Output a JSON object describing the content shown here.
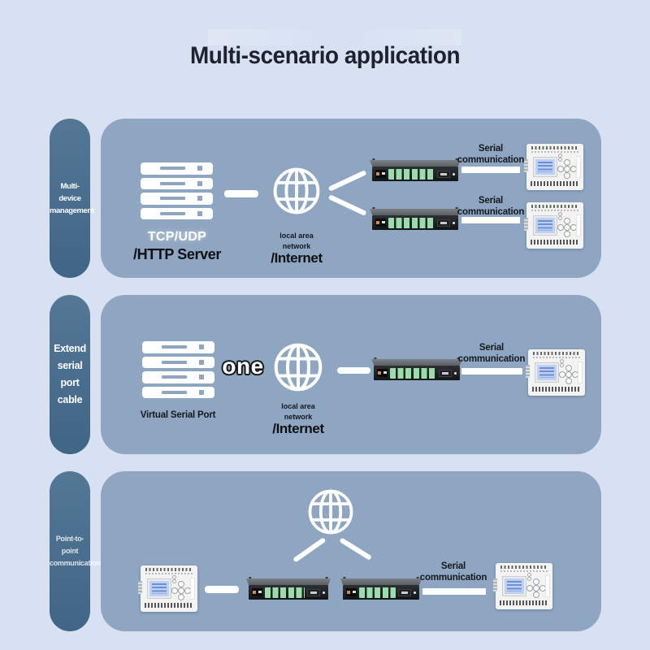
{
  "page": {
    "title": "Multi-scenario application"
  },
  "colors": {
    "page_background": "#d7e1f2",
    "panel_background": "#8ea6c1",
    "tab_background": "#4b7190",
    "title_text": "#1d222e",
    "dark_text": "#15181d",
    "white": "#ffffff",
    "terminal_green": "#9bdcab",
    "lcd_blue": "#bdd1f3"
  },
  "icons": {
    "server-icon": "white stacked server (4 slats with line and dot cutouts)",
    "globe-internet-icon": "white wireframe globe",
    "serial-server-device": "black 1U serial device server with 8 green terminal blocks",
    "plc-controller-device": "white PLC controller with blue LCD and round button pad",
    "link-dash": "white connector dash",
    "branch-line": "white diagonal branch line",
    "serial-link-bar": "white horizontal serial link bar"
  },
  "panels": [
    {
      "tab_lines": [
        "Multi-device",
        "management"
      ],
      "server_label_primary": "TCP/UDP",
      "server_label_secondary": "/HTTP Server",
      "network_label_lines": [
        "local area",
        "network"
      ],
      "network_label_main": "/Internet",
      "links": [
        {
          "label_lines": [
            "Serial",
            "communication"
          ]
        },
        {
          "label_lines": [
            "Serial",
            "communication"
          ]
        }
      ]
    },
    {
      "tab_lines": [
        "Extend",
        "serial",
        "port",
        "cable"
      ],
      "server_caption": "Virtual Serial Port",
      "overlay_text": "one",
      "network_label_lines": [
        "local area",
        "network"
      ],
      "network_label_main": "/Internet",
      "links": [
        {
          "label_lines": [
            "Serial",
            "communication"
          ]
        }
      ]
    },
    {
      "tab_lines": [
        "Point-to-point",
        "communication"
      ],
      "links": [
        {
          "label_lines": [
            "Serial",
            "communication"
          ]
        }
      ]
    }
  ]
}
